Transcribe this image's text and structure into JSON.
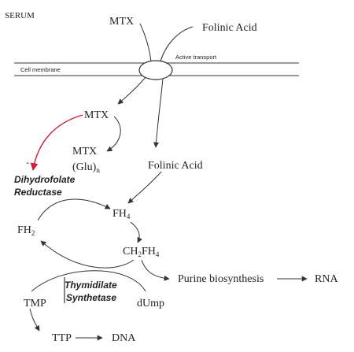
{
  "labels": {
    "serum": "SERUM",
    "mtx_top": "MTX",
    "folinic_top": "Folinic Acid",
    "active_transport": "Active transport",
    "cell_membrane": "Cell membrane",
    "mtx_inner": "MTX",
    "mtx_glu_line1": "MTX",
    "mtx_glu_line2": "(Glu)",
    "mtx_glu_sub": "n",
    "minus_sign": "-",
    "dhfr_line1": "Dihydrofolate",
    "dhfr_line2": "Reductase",
    "folinic_inner": "Folinic Acid",
    "fh4": "FH",
    "fh4_sub": "4",
    "fh2": "FH",
    "fh2_sub": "2",
    "ch2fh4_a": "CH",
    "ch2fh4_sub1": "2",
    "ch2fh4_b": "FH",
    "ch2fh4_sub2": "4",
    "purine": "Purine biosynthesis",
    "rna": "RNA",
    "ts_line1": "Thymidilate",
    "ts_line2": "Synthetase",
    "tmp": "TMP",
    "dump": "dUmp",
    "ttp": "TTP",
    "dna": "DNA"
  },
  "colors": {
    "line": "#333333",
    "text": "#222222",
    "inhibition_arrow": "#cc1f3a"
  }
}
